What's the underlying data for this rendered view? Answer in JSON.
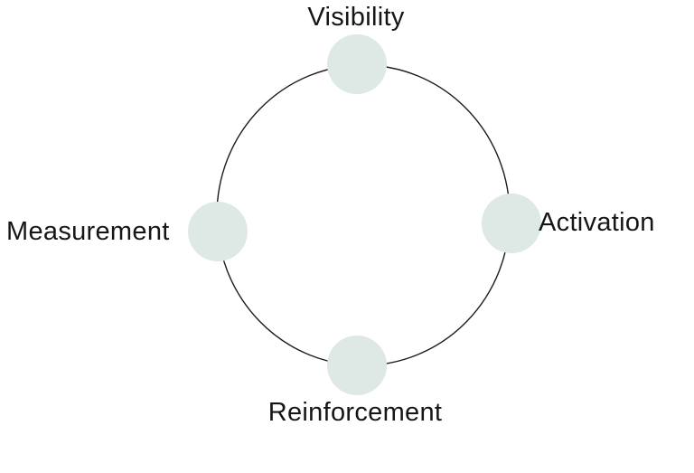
{
  "diagram": {
    "type": "cycle-diagram",
    "background_color": "#ffffff",
    "ring_color": "#1c1c1c",
    "node_fill_color": "#dee8e4",
    "label_color": "#161616",
    "nodes": [
      {
        "id": "visibility",
        "label": "Visibility",
        "position": "top"
      },
      {
        "id": "activation",
        "label": "Activation",
        "position": "right"
      },
      {
        "id": "reinforcement",
        "label": "Reinforcement",
        "position": "bottom"
      },
      {
        "id": "measurement",
        "label": "Measurement",
        "position": "left"
      }
    ]
  }
}
